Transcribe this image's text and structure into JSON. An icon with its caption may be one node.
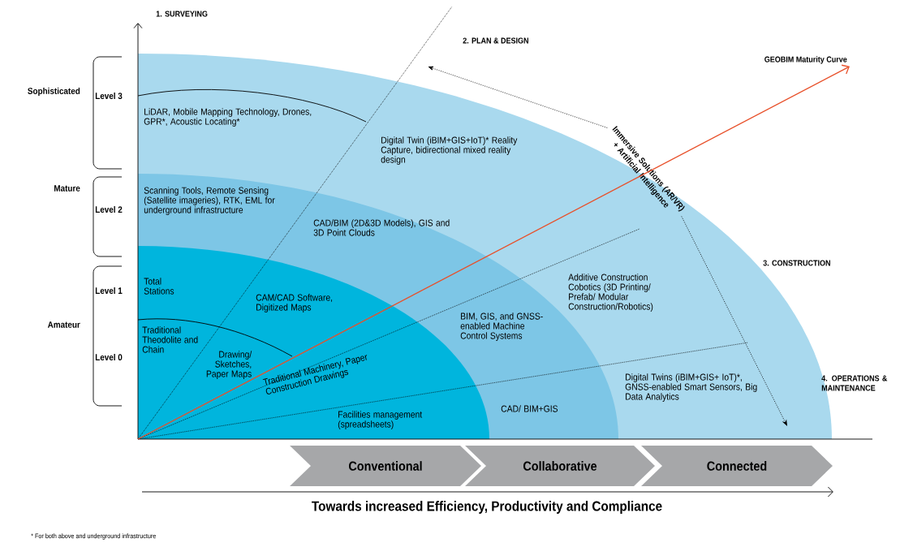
{
  "diagram": {
    "nodes": [
      {
        "text": [
          "LiDAR, Mobile Mapping Technology, Drones, GPR*, Acoustic Locating*",
          "Digital Twin (iBIM+GIS+IoT)* Reality Capture, bidirectional mixed reality design",
          "Additive Construction Cobotics (3D Printing/ Prefab/ Modular Construction/Robotics)",
          "Digital Twins (iBIM+GIS+ IoT)*, GNSS-enabled Smart Sensors, Big Data Analytics"
        ]
      },
      {
        "text": [
          "Scanning Tools, Remote Sensing (Satellite imageries), RTK, EML for underground infrastructure",
          "CAD/BIM (2D&3D Models), GIS and 3D Point Clouds",
          "BIM, GIS, and GNSS-enabled Machine Control Systems",
          "CAD/ BIM+GIS"
        ],
        "in": 0
      },
      {
        "text": [
          "Total Stations",
          "CAM/CAD Software, Digitized Maps",
          "Traditional Theodolite and Chain",
          "Drawing/ Sketches, Paper Maps",
          "Traditional Machinery, Paper Construction Drawings",
          "Facilities management (spreadsheets)"
        ],
        "in": 1
      },
      {
        "text": [
          "Immersive Solutions (AR/VR) + Artificial Intelligence"
        ],
        "in": 0
      },
      {
        "text": [
          "Conventional"
        ]
      },
      {
        "text": [
          "Collaborative"
        ]
      },
      {
        "text": [
          "Connected"
        ]
      },
      {
        "text": [
          "GEOBIM Maturity Curve"
        ]
      }
    ],
    "edges": [
      {
        "from": 3,
        "to": null,
        "arrow": "to",
        "style": "dashed"
      },
      {
        "from": 3,
        "to": null,
        "arrow": "to",
        "style": "dashed"
      },
      {
        "from": 2,
        "to": 7,
        "arrow": "to",
        "color": "#e8502a"
      }
    ],
    "labels": [
      "1. SURVEYING",
      "2. PLAN & DESIGN",
      "Sophisticated",
      "Level 3",
      "Mature",
      "Level 2",
      "3. CONSTRUCTION",
      "Level 1",
      "Amateur",
      "Level 0",
      "4. OPERATIONS & MAINTENANCE",
      "Towards increased Efficiency, Productivity and Compliance",
      "* For both above and underground infrastructure"
    ]
  }
}
